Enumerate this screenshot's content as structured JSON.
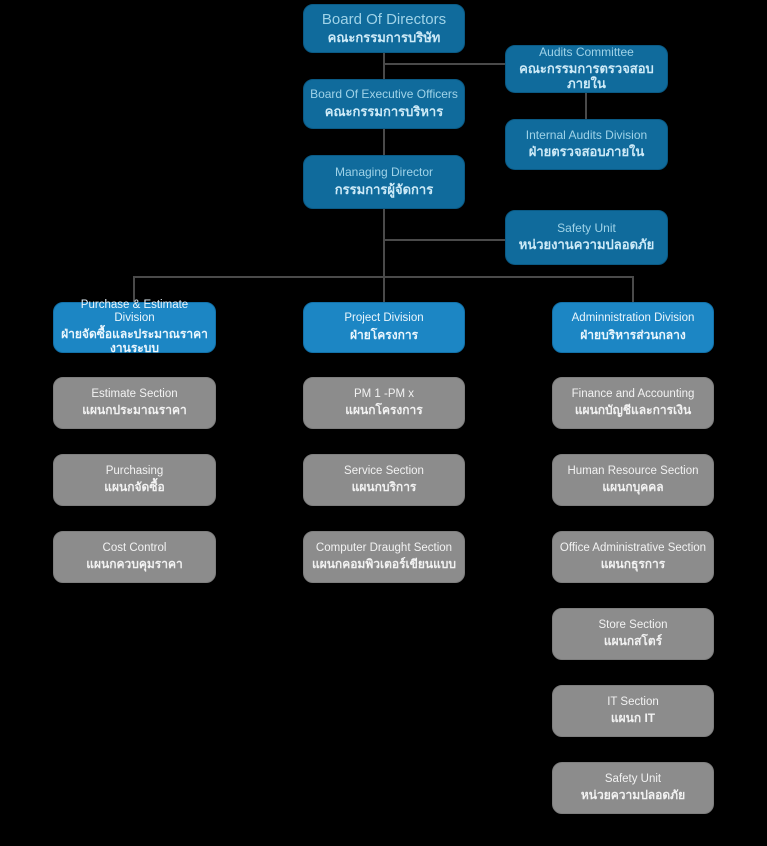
{
  "colors": {
    "background": "#000000",
    "executive_box": "#106b9c",
    "executive_border": "#0a5a85",
    "executive_text_en": "#9fd3e8",
    "executive_text_th": "#cdeaf7",
    "division_box": "#1c86c4",
    "division_border": "#1271a9",
    "division_text": "#eaf6fd",
    "section_box": "#8c8c8c",
    "section_border": "#7e7e7e",
    "section_text": "#f2f2f2",
    "connector": "#4a4a4a"
  },
  "nodes": {
    "board_of_directors": {
      "en": "Board Of Directors",
      "th": "คณะกรรมการบริษัท"
    },
    "audits_committee": {
      "en": "Audits Committee",
      "th": "คณะกรรมการตรวจสอบภายใน"
    },
    "executive_officers": {
      "en": "Board Of Executive Officers",
      "th": "คณะกรรมการบริหาร"
    },
    "internal_audits": {
      "en": "Internal Audits Division",
      "th": "ฝ่ายตรวจสอบภายใน"
    },
    "managing_director": {
      "en": "Managing Director",
      "th": "กรรมการผู้จัดการ"
    },
    "safety_unit": {
      "en": "Safety Unit",
      "th": "หน่วยงานความปลอดภัย"
    },
    "purchase_division": {
      "en": "Purchase & Estimate Division",
      "th": "ฝ่ายจัดซื้อและประมาณราคางานระบบ"
    },
    "project_division": {
      "en": "Project Division",
      "th": "ฝ่ายโครงการ"
    },
    "admin_division": {
      "en": "Adminnistration Division",
      "th": "ฝ่ายบริหารส่วนกลาง"
    },
    "estimate_section": {
      "en": "Estimate Section",
      "th": "แผนกประมาณราคา"
    },
    "purchasing": {
      "en": "Purchasing",
      "th": "แผนกจัดซื้อ"
    },
    "cost_control": {
      "en": "Cost Control",
      "th": "แผนกควบคุมราคา"
    },
    "pm_section": {
      "en": "PM 1 -PM x",
      "th": "แผนกโครงการ"
    },
    "service_section": {
      "en": "Service Section",
      "th": "แผนกบริการ"
    },
    "computer_draught": {
      "en": "Computer Draught Section",
      "th": "แผนกคอมพิวเตอร์เขียนแบบ"
    },
    "finance_accounting": {
      "en": "Finance and Accounting",
      "th": "แผนกบัญชีและการเงิน"
    },
    "human_resource": {
      "en": "Human Resource Section",
      "th": "แผนกบุคคล"
    },
    "office_admin": {
      "en": "Office Administrative Section",
      "th": "แผนกธุรการ"
    },
    "store_section": {
      "en": "Store Section",
      "th": "แผนกสโตร์"
    },
    "it_section": {
      "en": "IT Section",
      "th": "แผนก IT"
    },
    "safety_unit_section": {
      "en": "Safety Unit",
      "th": "หน่วยความปลอดภัย"
    }
  }
}
